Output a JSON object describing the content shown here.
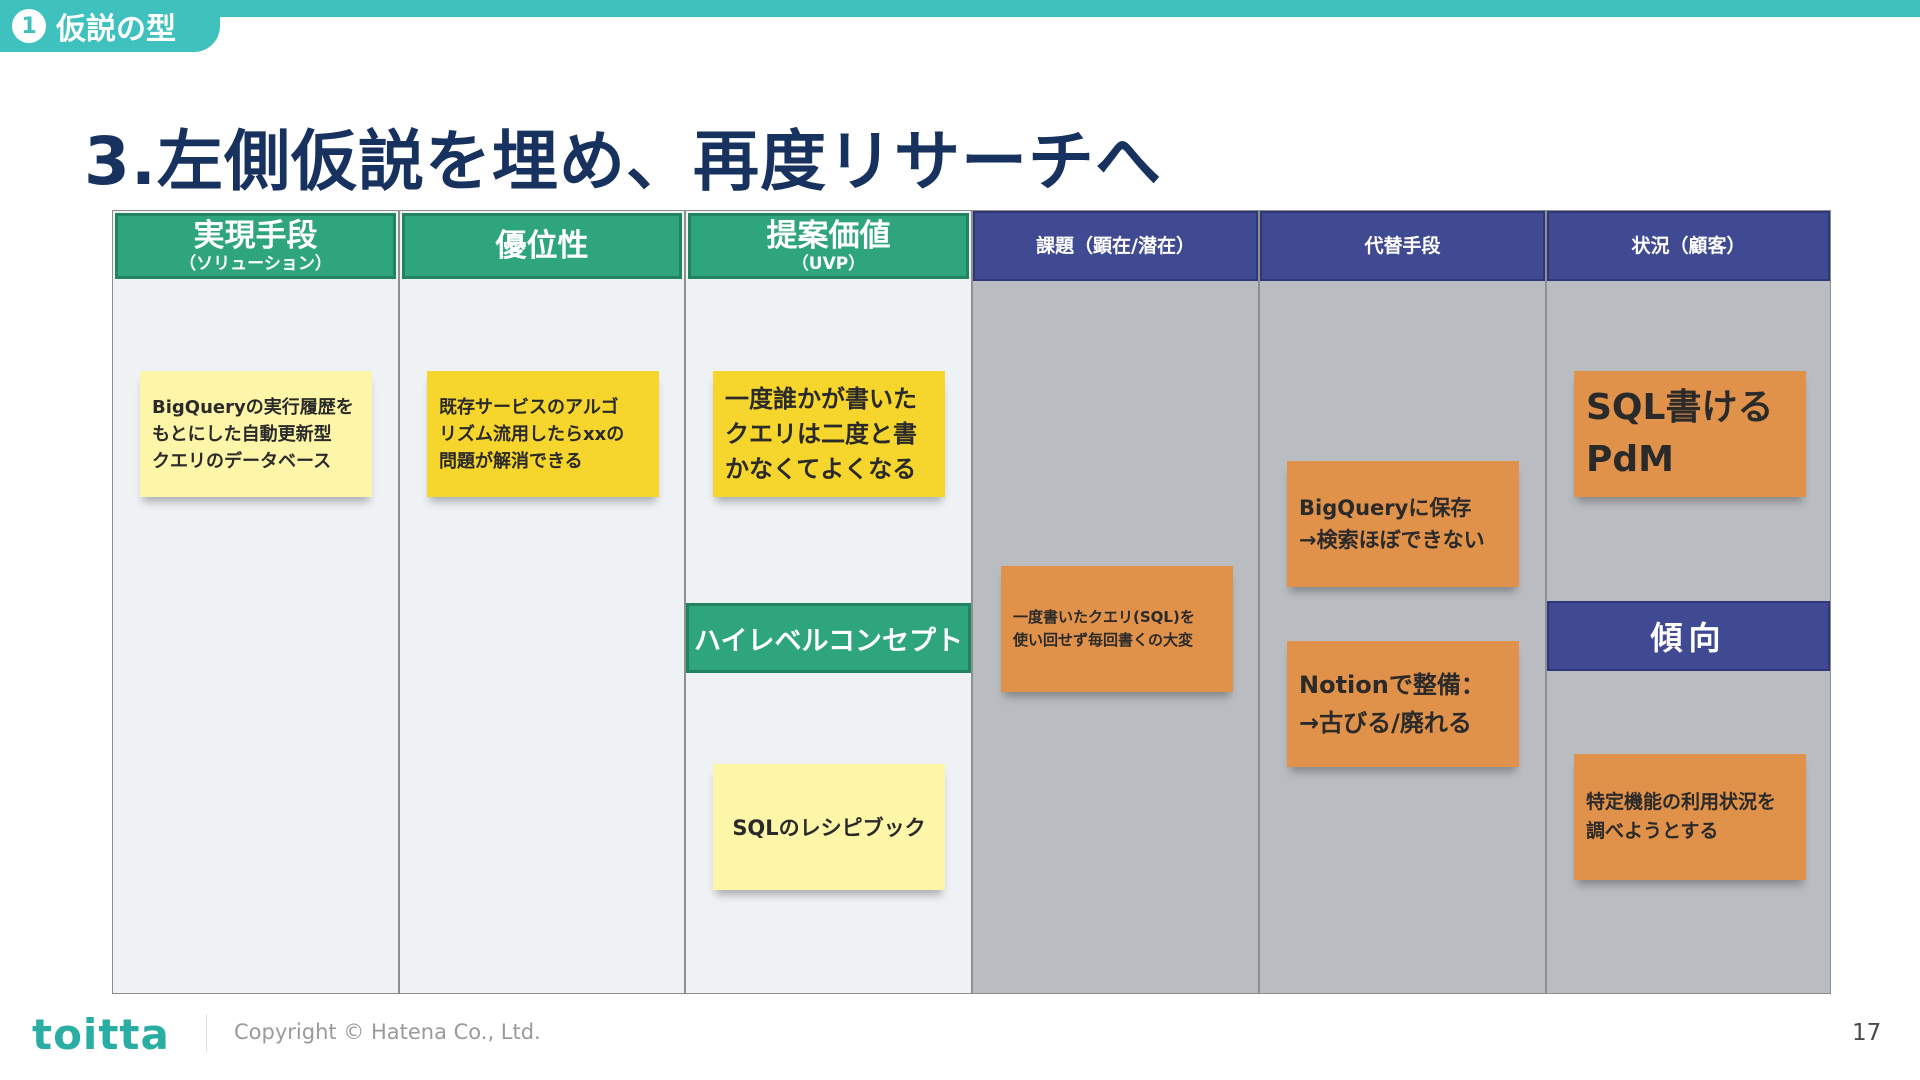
{
  "section_tab": {
    "number": "1",
    "label": "仮説の型"
  },
  "title": "3.左側仮説を埋め、再度リサーチへ",
  "colors": {
    "accent_teal": "#3fc1bd",
    "header_green": "#2ea57d",
    "header_blue": "#404a92",
    "note_pale": "#fdf6a8",
    "note_yellow": "#f6d52c",
    "note_orange": "#e0914a",
    "title_navy": "#17325e"
  },
  "board": {
    "columns": [
      {
        "title": "実現手段",
        "subtitle": "（ソリューション）"
      },
      {
        "title": "優位性",
        "subtitle": ""
      },
      {
        "title": "提案価値",
        "subtitle": "（UVP）"
      },
      {
        "title": "課題（顕在/潜在）",
        "subtitle": ""
      },
      {
        "title": "代替手段",
        "subtitle": ""
      },
      {
        "title": "状況（顧客）",
        "subtitle": ""
      }
    ],
    "sub_headers": {
      "high_level_concept": "ハイレベルコンセプト",
      "trend": "傾向"
    },
    "notes": {
      "solution": "BigQueryの実行履歴を\nもとにした自動更新型\nクエリのデータベース",
      "advantage": "既存サービスのアルゴ\nリズム流用したらxxの\n問題が解消できる",
      "uvp": "一度誰かが書いた\nクエリは二度と書\nかなくてよくなる",
      "concept": "SQLのレシピブック",
      "problem": "一度書いたクエリ(SQL)を\n使い回せず毎回書くの大変",
      "alt_1": "BigQueryに保存\n→検索ほぼできない",
      "alt_2": "Notionで整備：\n→古びる/廃れる",
      "situation": "SQL書ける\nPdM",
      "trend_note": "特定機能の利用状況を\n調べようとする"
    }
  },
  "footer": {
    "logo": "toitta",
    "copyright": "Copyright © Hatena Co., Ltd.",
    "page": "17"
  }
}
